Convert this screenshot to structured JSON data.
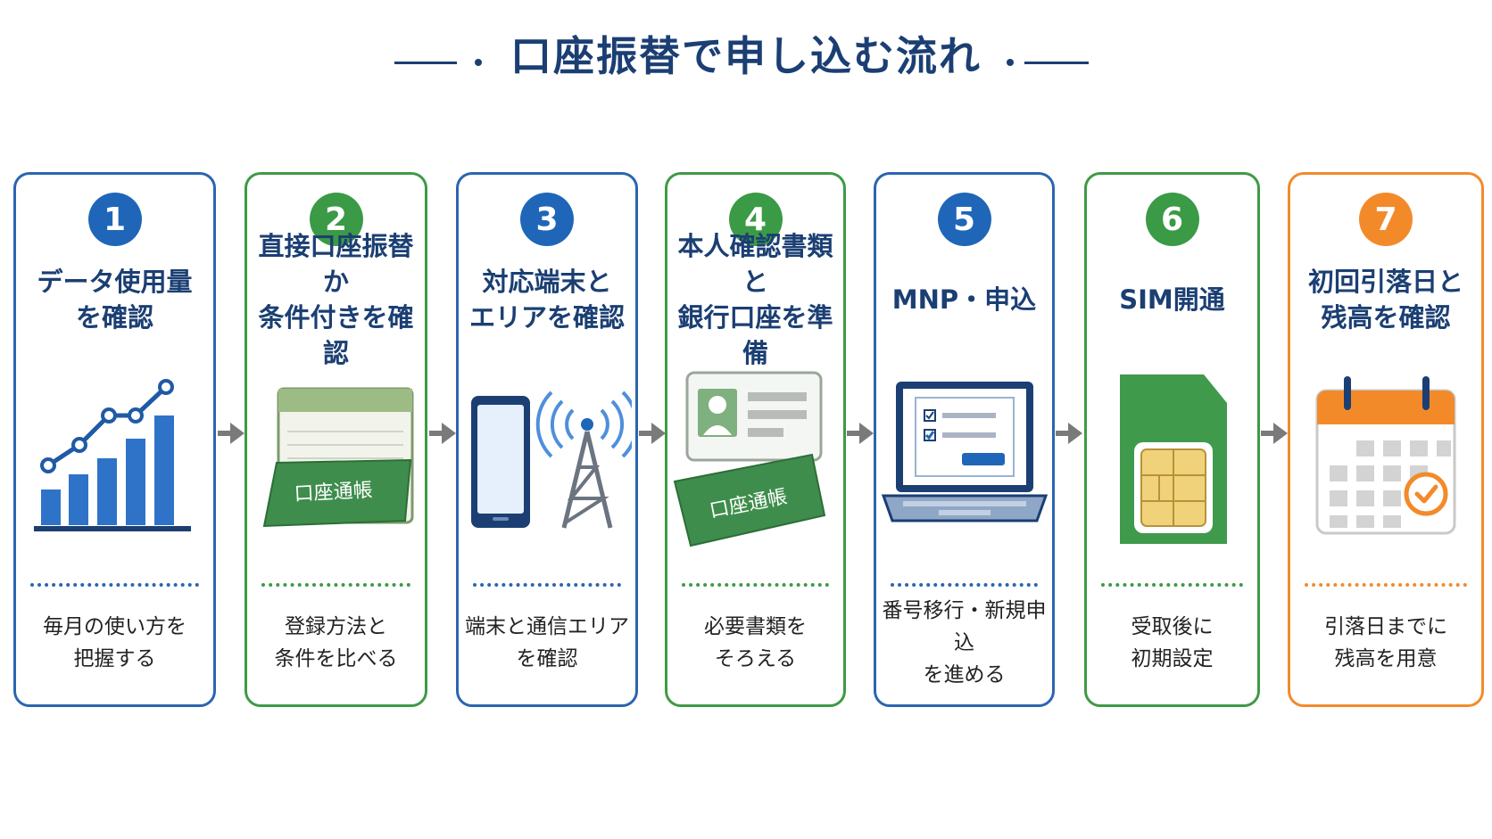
{
  "title": "口座振替で申し込む流れ",
  "colors": {
    "blue": "#1f66b8",
    "green": "#3b9a45",
    "orange": "#f38a2a",
    "navy": "#1b3f73",
    "arrow": "#7a7a7a"
  },
  "steps": [
    {
      "number": "1",
      "heading": "データ使用量\nを確認",
      "description": "毎月の使い方を\n把握する",
      "theme": "blue",
      "icon": "bar-chart-icon"
    },
    {
      "number": "2",
      "heading": "直接口座振替か\n条件付きを確認",
      "description": "登録方法と\n条件を比べる",
      "theme": "green",
      "icon": "bankbook-icon",
      "icon_text": "口座通帳"
    },
    {
      "number": "3",
      "heading": "対応端末と\nエリアを確認",
      "description": "端末と通信エリア\nを確認",
      "theme": "blue",
      "icon": "phone-tower-icon"
    },
    {
      "number": "4",
      "heading": "本人確認書類と\n銀行口座を準備",
      "description": "必要書類を\nそろえる",
      "theme": "green",
      "icon": "id-card-bankbook-icon",
      "icon_text": "口座通帳"
    },
    {
      "number": "5",
      "heading": "MNP・申込",
      "description": "番号移行・新規申込\nを進める",
      "theme": "blue",
      "icon": "laptop-form-icon"
    },
    {
      "number": "6",
      "heading": "SIM開通",
      "description": "受取後に\n初期設定",
      "theme": "green",
      "icon": "sim-card-icon"
    },
    {
      "number": "7",
      "heading": "初回引落日と\n残高を確認",
      "description": "引落日までに\n残高を用意",
      "theme": "orange",
      "icon": "calendar-check-icon"
    }
  ]
}
